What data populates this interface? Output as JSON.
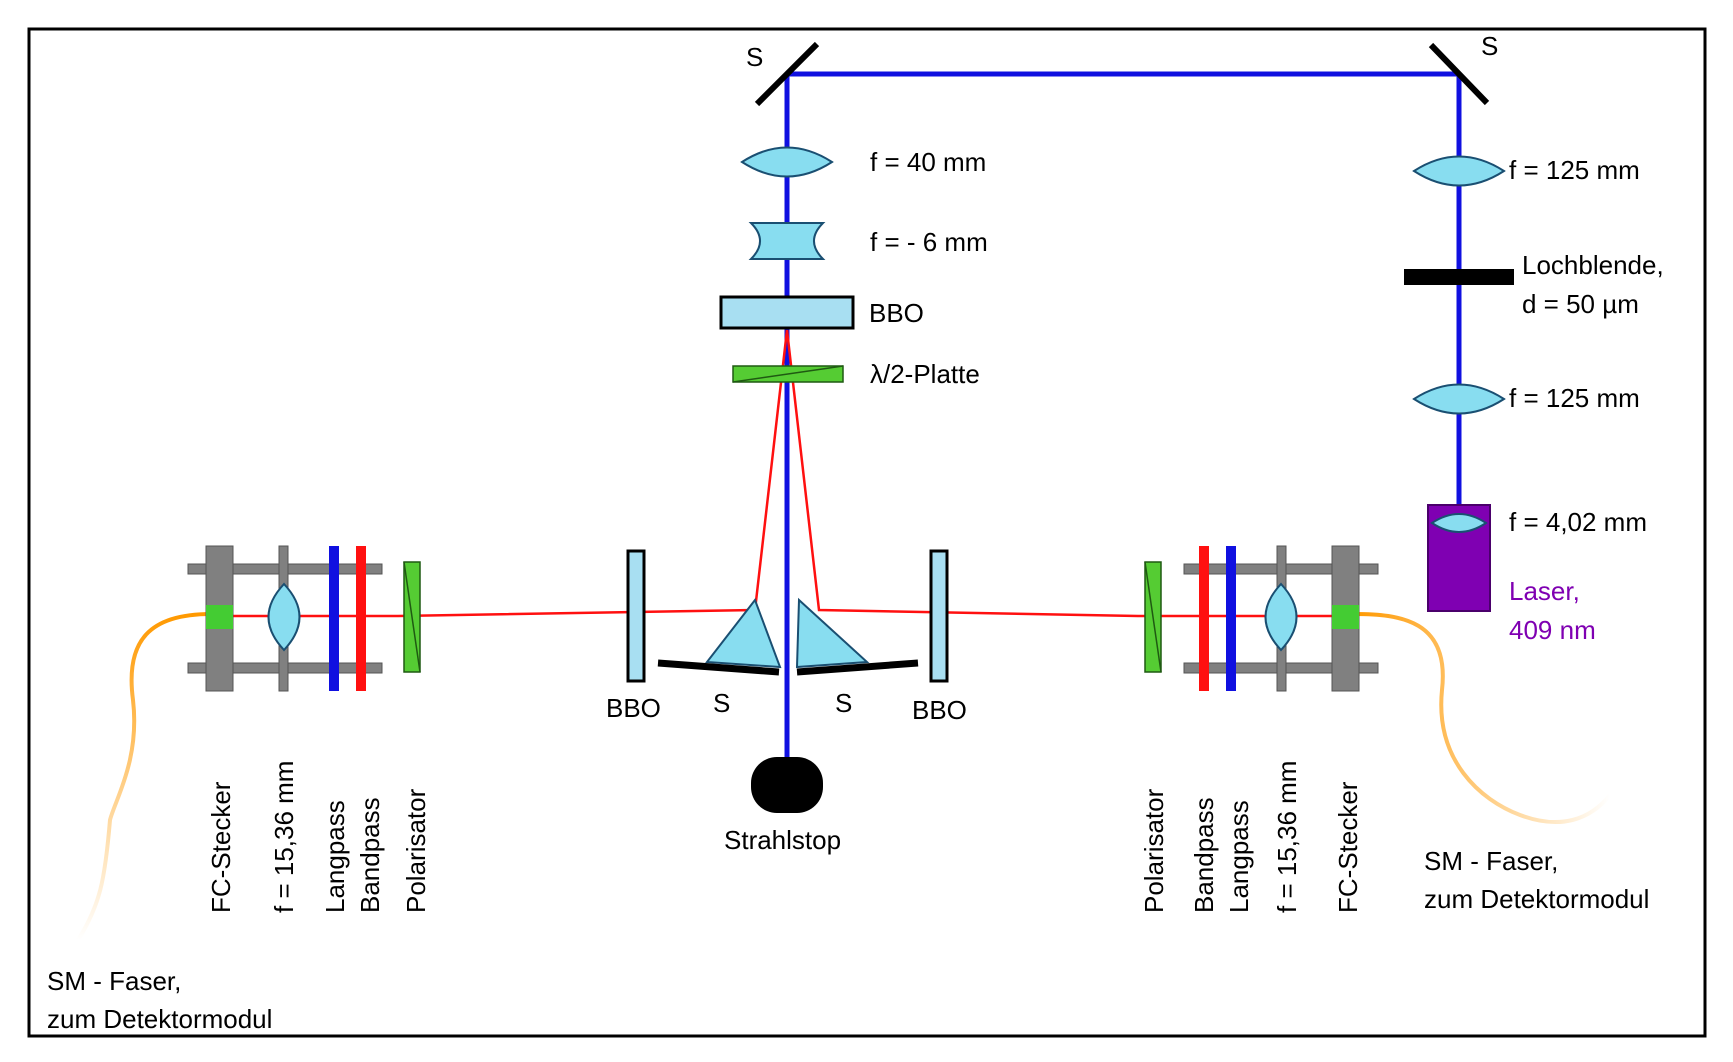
{
  "labels": {
    "mirror_top_left": "S",
    "mirror_top_right": "S",
    "lens_f40": "f = 40 mm",
    "lens_fm6": "f = - 6 mm",
    "bbo_top": "BBO",
    "halfwave": "λ/2-Platte",
    "lens_f125_top": "f = 125 mm",
    "pinhole_line1": "Lochblende,",
    "pinhole_line2": "d = 50 µm",
    "lens_f125_bottom": "f = 125 mm",
    "lens_f402": "f = 4,02 mm",
    "laser_line1": "Laser,",
    "laser_line2": "409 nm",
    "bbo_left": "BBO",
    "bbo_right": "BBO",
    "mirror_left": "S",
    "mirror_right": "S",
    "beam_stop": "Strahlstop",
    "left_fc": "FC-Stecker",
    "left_lens": "f = 15,36 mm",
    "left_longpass": "Langpass",
    "left_bandpass": "Bandpass",
    "left_polarizer": "Polarisator",
    "right_polarizer": "Polarisator",
    "right_bandpass": "Bandpass",
    "right_longpass": "Langpass",
    "right_lens": "f = 15,36 mm",
    "right_fc": "FC-Stecker",
    "fiber_left_line1": "SM - Faser,",
    "fiber_left_line2": "zum Detektormodul",
    "fiber_right_line1": "SM - Faser,",
    "fiber_right_line2": "zum Detektormodul"
  },
  "colors": {
    "pump_beam": "#1010e0",
    "photon_beam": "#ff1010",
    "lens_fill": "#88ddf0",
    "crystal_fill": "#a8dff2",
    "waveplate_fill": "#55cc33",
    "laser_fill": "#7f00b2",
    "fiber": "#ff9900",
    "mount_gray": "#808080"
  }
}
